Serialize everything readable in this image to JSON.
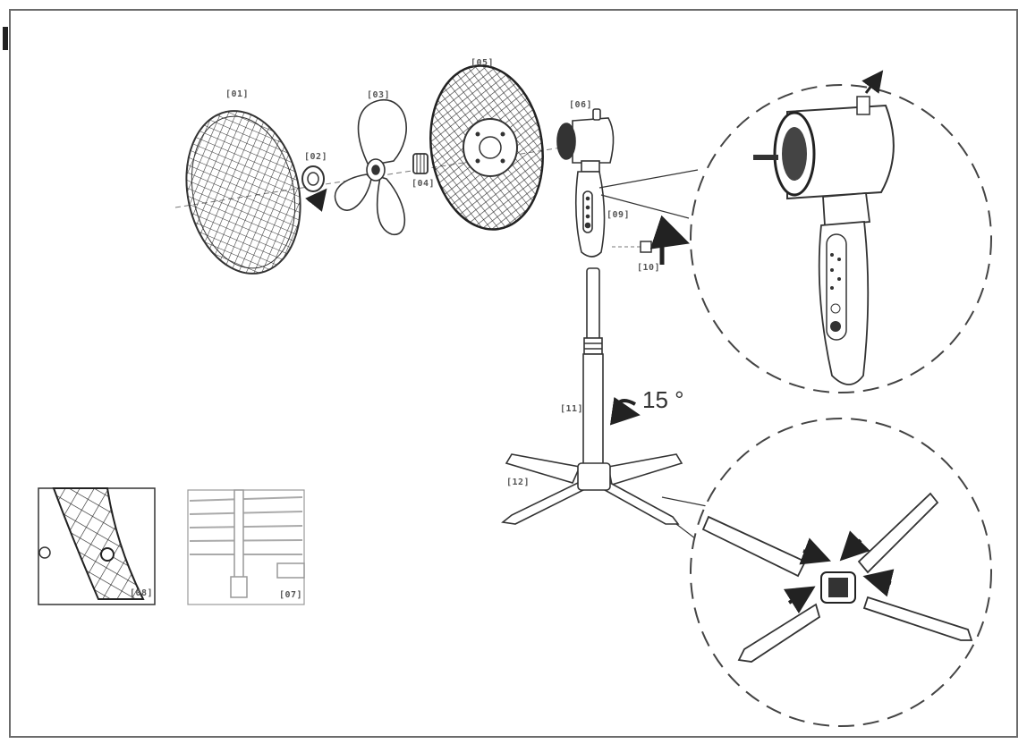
{
  "labels": {
    "l01": "[01]",
    "l02": "[02]",
    "l03": "[03]",
    "l04": "[04]",
    "l05": "[05]",
    "l06": "[06]",
    "l07": "[07]",
    "l08": "[08]",
    "l09": "[09]",
    "l10": "[10]",
    "l11": "[11]",
    "l12": "[12]"
  },
  "rotation": {
    "angle": "15 °"
  },
  "icons": {
    "rotate": "curved-arrow-icon",
    "push": "straight-arrow-icon"
  },
  "colors": {
    "line": "#333333",
    "frame": "#6b6b6b",
    "label": "#555555"
  }
}
